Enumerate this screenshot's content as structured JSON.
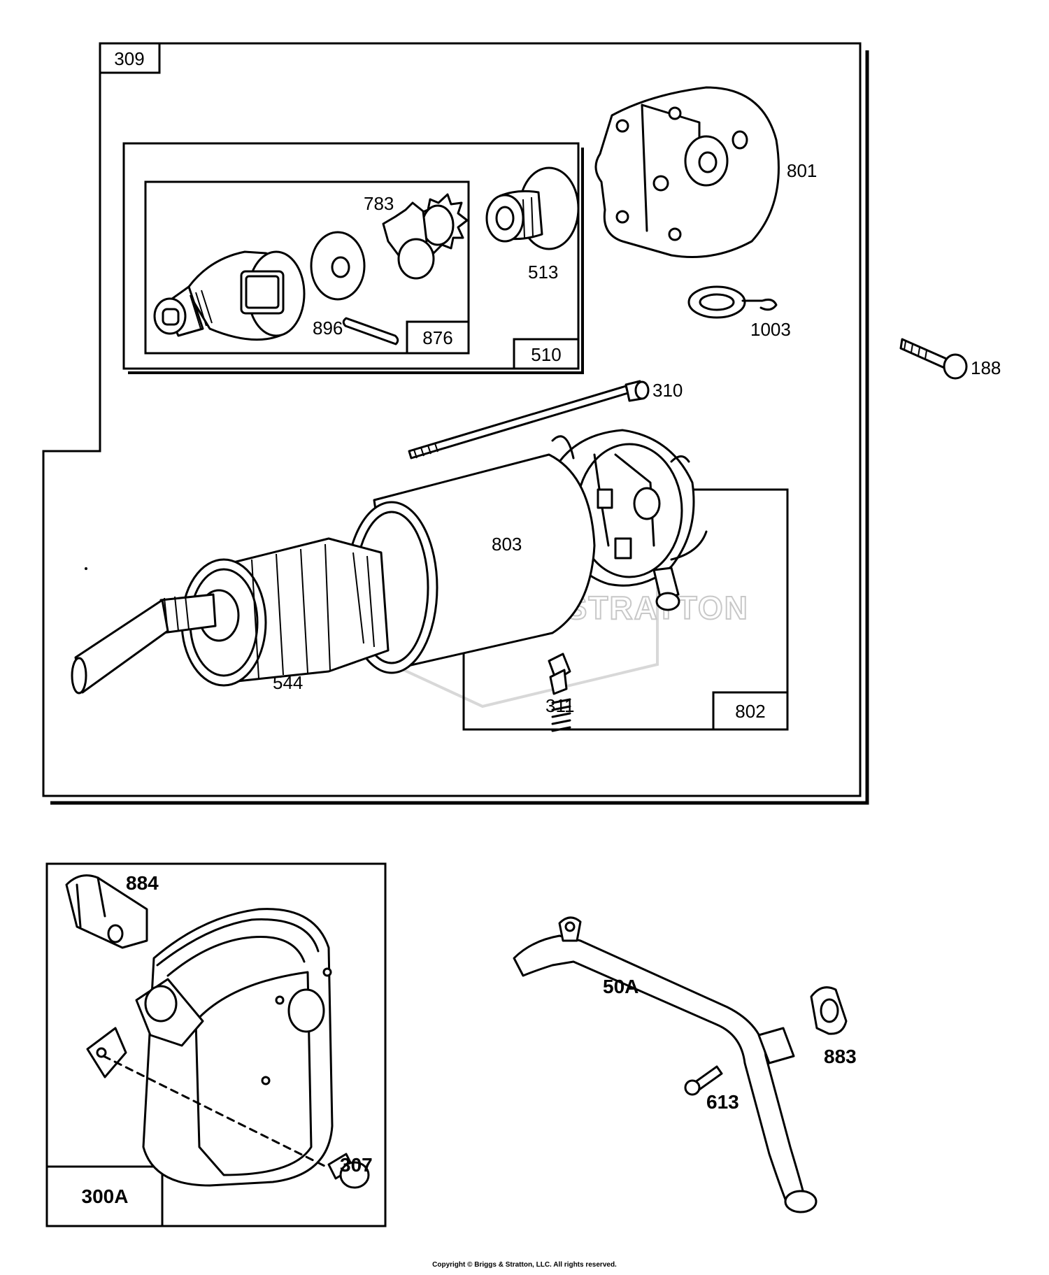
{
  "diagram": {
    "groups": {
      "g309": "309",
      "g510": "510",
      "g876": "876",
      "g802": "802",
      "g300a": "300A"
    },
    "parts": {
      "p801": "801",
      "p783": "783",
      "p513": "513",
      "p896": "896",
      "p1003": "1003",
      "p188": "188",
      "p310": "310",
      "p803": "803",
      "p544": "544",
      "p311": "311",
      "p884": "884",
      "p307": "307",
      "p50a": "50A",
      "p883": "883",
      "p613": "613"
    },
    "watermark": "BRIGGS&STRATTON"
  },
  "footer": {
    "copyright": "Copyright © Briggs & Stratton, LLC. All rights reserved."
  }
}
